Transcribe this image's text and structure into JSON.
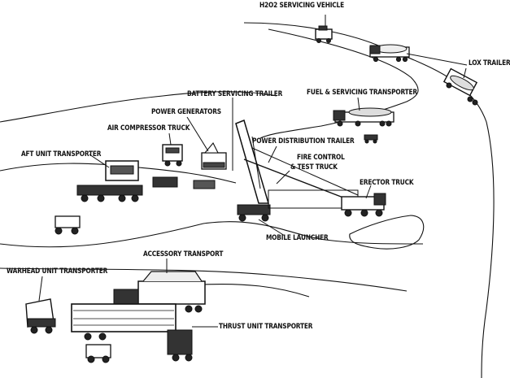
{
  "labels": {
    "h2o_vehicle": "H2O2 SERVICING VEHICLE",
    "lox_trailer": "LOX TRAILER",
    "fuel_transporter": "FUEL & SERVICING TRANSPORTER",
    "battery_trailer": "BATTERY SERVICING TRAILER",
    "power_generators": "POWER GENERATORS",
    "air_compressor": "AIR COMPRESSOR TRUCK",
    "power_distribution": "POWER DISTRIBUTION TRAILER",
    "aft_unit": "AFT UNIT TRANSPORTER",
    "fire_control_1": "FIRE CONTROL",
    "fire_control_2": "& TEST TRUCK",
    "erector_truck": "ERECTOR TRUCK",
    "mobile_launcher": "MOBILE LAUNCHER",
    "accessory_transport": "ACCESSORY TRANSPORT",
    "warhead_unit": "WARHEAD UNIT TRANSPORTER",
    "thrust_unit": "THRUST UNIT TRANSPORTER"
  },
  "colors": {
    "ink": "#111111",
    "paper": "#ffffff",
    "shadow": "#222222"
  }
}
